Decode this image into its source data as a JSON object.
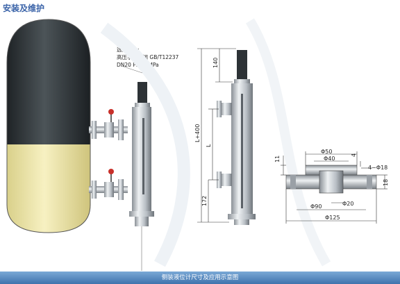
{
  "title": "安装及维护",
  "note": {
    "heading": "选购部件:",
    "line1": "高压手动球阀 GB/T12237",
    "line2": "DN20  PN6.4MPa"
  },
  "dimensions": {
    "top_140": "140",
    "total_L400": "L+400",
    "center_L": "L",
    "bottom_172": "172",
    "flange_d50": "Φ50",
    "flange_d40": "Φ40",
    "flange_t4": "4",
    "flange_h11": "11",
    "holes_4d18": "4−Φ18",
    "flange_t18": "18",
    "flange_d90": "Φ90",
    "flange_d20": "Φ20",
    "flange_d125": "Φ125"
  },
  "footer": "侧装液位计尺寸及应用示意图",
  "colors": {
    "title": "#3a63a8",
    "tank_top": "#2f3539",
    "tank_bottom": "#efe8a8",
    "metal": "#c9ced3",
    "valve_red": "#c8302a",
    "footer": "#4d80b8"
  }
}
